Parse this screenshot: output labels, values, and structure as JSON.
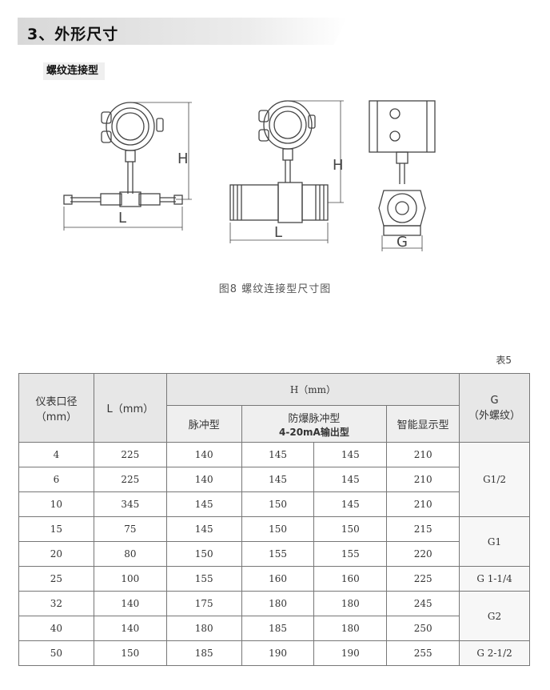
{
  "section": {
    "title": "3、外形尺寸"
  },
  "subsection": {
    "title": "螺纹连接型"
  },
  "figure": {
    "caption": "图8 螺纹连接型尺寸图",
    "dim_labels": {
      "H1": "H",
      "L1": "L",
      "H2": "H",
      "L2": "L",
      "G": "G"
    }
  },
  "table": {
    "label": "表5",
    "headers": {
      "bore": "仪表口径",
      "bore_unit": "（mm）",
      "length": "L（mm）",
      "height": "H（mm）",
      "pulse": "脉冲型",
      "explosion": "防爆脉冲型",
      "explosion_sub": "4-20mA输出型",
      "smart": "智能显示型",
      "g": "G",
      "g_sub": "（外螺纹）"
    },
    "rows": [
      {
        "bore": "4",
        "l": "225",
        "pulse": "140",
        "exp": "145",
        "mA": "145",
        "smart": "210"
      },
      {
        "bore": "6",
        "l": "225",
        "pulse": "140",
        "exp": "145",
        "mA": "145",
        "smart": "210"
      },
      {
        "bore": "10",
        "l": "345",
        "pulse": "145",
        "exp": "150",
        "mA": "145",
        "smart": "210"
      },
      {
        "bore": "15",
        "l": "75",
        "pulse": "145",
        "exp": "150",
        "mA": "150",
        "smart": "215"
      },
      {
        "bore": "20",
        "l": "80",
        "pulse": "150",
        "exp": "155",
        "mA": "155",
        "smart": "220"
      },
      {
        "bore": "25",
        "l": "100",
        "pulse": "155",
        "exp": "160",
        "mA": "160",
        "smart": "225"
      },
      {
        "bore": "32",
        "l": "140",
        "pulse": "175",
        "exp": "180",
        "mA": "180",
        "smart": "245"
      },
      {
        "bore": "40",
        "l": "140",
        "pulse": "180",
        "exp": "185",
        "mA": "180",
        "smart": "250"
      },
      {
        "bore": "50",
        "l": "150",
        "pulse": "185",
        "exp": "190",
        "mA": "190",
        "smart": "255"
      }
    ],
    "g_values": [
      "G1/2",
      "G1",
      "G 1-1/4",
      "G2",
      "G 2-1/2"
    ]
  }
}
